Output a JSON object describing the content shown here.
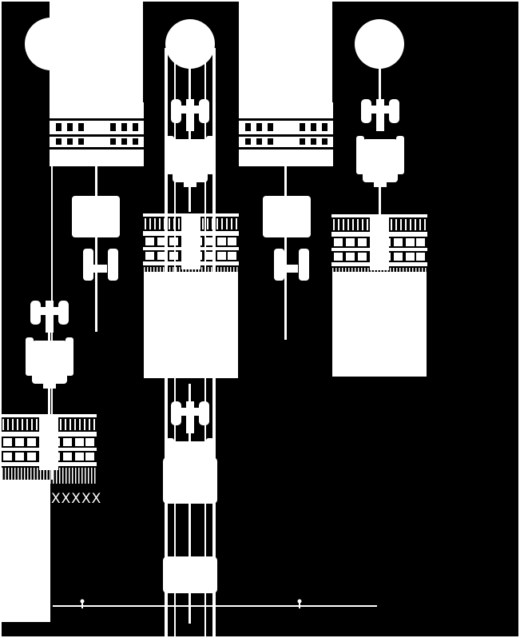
{
  "diagram": {
    "background_color": "#000000",
    "foreground_color": "#ffffff",
    "label_text": "XXXXX",
    "tractor_count": 8,
    "seed_drill_count": 6,
    "field_strip_count": 6,
    "circle_count": 3
  }
}
